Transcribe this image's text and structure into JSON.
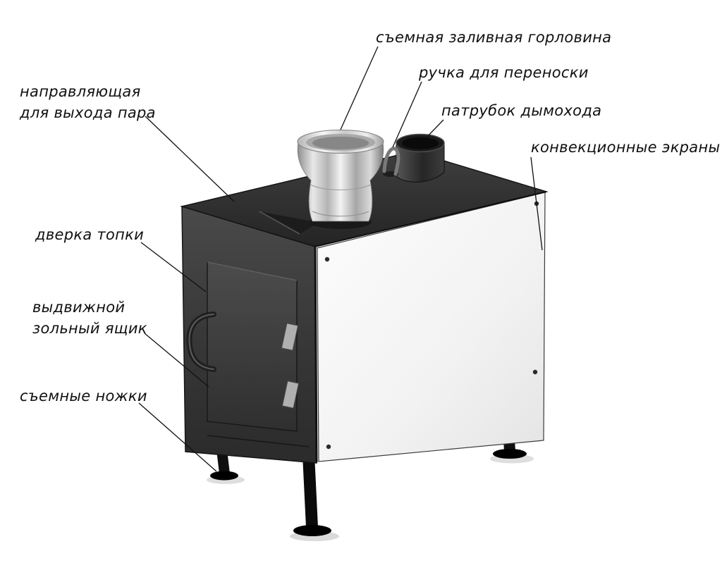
{
  "colors": {
    "ink": "#111111",
    "body_dark": "#333333",
    "panel_white": "#f4f4f4",
    "metal_silver": "#cccccc"
  },
  "labels": {
    "filler_neck": "съемная заливная горловина",
    "carry_handle": "ручка для переноски",
    "chimney": "патрубок дымохода",
    "convection": "конвекционные экраны",
    "steam_guide_l1": "направляющая",
    "steam_guide_l2": "для выхода пара",
    "door": "дверка топки",
    "ash_box_l1": "выдвижной",
    "ash_box_l2": "зольный ящик",
    "legs": "съемные ножки"
  }
}
